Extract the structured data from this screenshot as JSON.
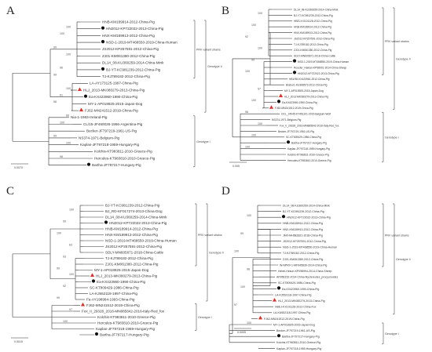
{
  "colors": {
    "triangle": "#e0302a",
    "dot": "#111111",
    "line": "#333333"
  },
  "panels": [
    {
      "letter": "A",
      "scale_label": "0.0070",
      "groups": [
        {
          "label": "PRV variant strains",
          "from": 0,
          "to": 8
        },
        {
          "label": "Genotype II",
          "from": 0,
          "to": 13
        },
        {
          "label": "Genotype I",
          "from": 14,
          "to": 21
        }
      ],
      "taxa": [
        {
          "label": "HNB-KM189914-2012-China-Pig"
        },
        {
          "label": "HN2012-KP722022-2013-China-Pig",
          "marker": "dot"
        },
        {
          "label": "HNX-KM189913-2012-China-Pig"
        },
        {
          "label": "NSD-1-2019-MT468550-2019-China-Human",
          "marker": "dot"
        },
        {
          "label": "JS2012-KP257591-2012-China-Pig"
        },
        {
          "label": "ZJ01-KM061380-2012-China-Pig"
        },
        {
          "label": "DL14_08-KU360259-2014-China-Mink"
        },
        {
          "label": "BJ-YT-KC981239-2012-China-Pig",
          "marker": "dot"
        },
        {
          "label": "TJ-KJ789182-2012-China-Pig"
        },
        {
          "label": "LA-AY173125-1997-China-Pig"
        },
        {
          "label": "HLJ_2013-MK080279-2013-China-Pig",
          "marker": "triangle"
        },
        {
          "label": "Ea-KX423960-1990-China-Pig",
          "marker": "dot"
        },
        {
          "label": "MY-1-AP018925-2015-Japan-Dog"
        },
        {
          "label": "FJ62-MN241512-2019-China-Pig",
          "marker": "triangle"
        },
        {
          "label": "Nia-1-1963-Ireland-Pig"
        },
        {
          "label": "CL/15-JF460026-1956-Argentina-Pig"
        },
        {
          "label": "Becker-JF797219-1961-US-Pig"
        },
        {
          "label": "NS374-1971-Belgium-Pig"
        },
        {
          "label": "Kaplan-JF797218-1959-Hungary-Pig"
        },
        {
          "label": "Kolchis-KT983811-2010-Greece-Pig"
        },
        {
          "label": "Hercules-KT983810-2010-Greece-Pig"
        },
        {
          "label": "Bartha-JF797217-Hungary-Pig",
          "marker": "dot"
        }
      ],
      "bootstraps": [
        "100",
        "100",
        "99",
        "100",
        "96",
        "99",
        "100",
        "61",
        "98",
        "66",
        "100",
        "99",
        "100",
        "98"
      ]
    },
    {
      "letter": "B",
      "scale_label": "0.005",
      "groups": [
        {
          "label": "PRV variant strains",
          "from": 0,
          "to": 11
        },
        {
          "label": "Genotype II",
          "from": 0,
          "to": 17
        },
        {
          "label": "Genotype I",
          "from": 18,
          "to": 26
        }
      ],
      "taxa": [
        {
          "label": "DL14_08-KU360259-2014-China-Mink"
        },
        {
          "label": "BJ-YT-KC981239-2012-China-Pig"
        },
        {
          "label": "HBEJ-KX101128-2012-China-Pig"
        },
        {
          "label": "HNB-KM189914-2012-China-Pig"
        },
        {
          "label": "HNX-KM189913-2012-China-Pig"
        },
        {
          "label": "JS2012-KP257591-2012-China-Pig"
        },
        {
          "label": "TJ-KJ789182-2012-China-Pig"
        },
        {
          "label": "ZJ01-KM061380-2012-China-Pig"
        },
        {
          "label": "SDLY-MN605671-2018-China-Cattle"
        },
        {
          "label": "NSD-1-2019-MT468550-2019-China-Human",
          "marker": "dot"
        },
        {
          "label": "Rooster_Hainan-KP98001-2014-China-Sheep"
        },
        {
          "label": "HN2012-KP722022-2013-China-Pig",
          "marker": "dot"
        },
        {
          "label": "HB1/98-KX423961-2012-China-Pig"
        },
        {
          "label": "Brabur1-KU368573-2012-China-Pig"
        },
        {
          "label": "MY-1-AP018925-2015-Japan-Dog"
        },
        {
          "label": "HLJ_2013-MK080279-2013-China-Pig",
          "marker": "triangle"
        },
        {
          "label": "Ea-KX423960-1990-China-Pig",
          "marker": "dot"
        },
        {
          "label": "FJ62-MN241512-2019-China-Pig",
          "marker": "triangle"
        },
        {
          "label": "OCL_24045-KT451101-2015-Belgium-Wolf"
        },
        {
          "label": "NS374-1971-Belgium-Pig"
        },
        {
          "label": "Fox_II_29328_2016-MN885842-2016-Italy-Red_fox"
        },
        {
          "label": "Becker-JF797219-1961-US-Pig"
        },
        {
          "label": "SC-KT809429-1986-China-Pig"
        },
        {
          "label": "Bartha-JF797217-Hungary-Pig",
          "marker": "dot"
        },
        {
          "label": "Kaplan-JF797218-1959-Hungary-Pig"
        },
        {
          "label": "Kolchis-KT983811-2010-Greece-Pig"
        },
        {
          "label": "Hercules-KT983810-2010-Greece-Pig"
        }
      ],
      "bootstraps": [
        "100",
        "100",
        "92",
        "100",
        "99",
        "100",
        "57",
        "100",
        "98",
        "100",
        "100",
        "100"
      ]
    },
    {
      "letter": "C",
      "scale_label": "0.0015",
      "groups": [
        {
          "label": "PRV variant strains",
          "from": 0,
          "to": 10
        },
        {
          "label": "Genotype II",
          "from": 0,
          "to": 16
        },
        {
          "label": "Genotype I",
          "from": 17,
          "to": 21
        }
      ],
      "taxa": [
        {
          "label": "BJ-YT-KC981239-2012-China-Pig"
        },
        {
          "label": "BJ_RD-KF017274-2013-China-Dog"
        },
        {
          "label": "DL14_08-KU360259-2014-China-Mink"
        },
        {
          "label": "HN2012-KP722022-2013-China-Pig",
          "marker": "dot"
        },
        {
          "label": "HNB-KM189914-2012-China-Pig"
        },
        {
          "label": "HNX-KM189913-2012-China-Pig"
        },
        {
          "label": "NSD-1-2019-MT468550-2019-China-Human"
        },
        {
          "label": "JS2012-KP257591-2012-China-Pig"
        },
        {
          "label": "SDLY-MN605671-2018-China-Cattle"
        },
        {
          "label": "TJ-KJ789182-2012-China-Pig"
        },
        {
          "label": "ZJ01-KM061380-2012-China-Pig"
        },
        {
          "label": "MY-1-AP018925-2015-Japan-Dog"
        },
        {
          "label": "HLJ_2013-MK080279-2013-China-Pig",
          "marker": "triangle"
        },
        {
          "label": "Ea-KX423960-1990-China-Pig",
          "marker": "dot"
        },
        {
          "label": "SC-KT809429-1986-China-Pig"
        },
        {
          "label": "LA-KJ552118-1997-China-Pig"
        },
        {
          "label": "Fa-AY198984-1993-China-Pig"
        },
        {
          "label": "FJ62-MN241512-2019-China-Pig",
          "marker": "triangle"
        },
        {
          "label": "Fox_II_29328_2016-MN885842-2016-Italy-Red_fox"
        },
        {
          "label": "Kolchis-KT983811-2010-Greece-Pig"
        },
        {
          "label": "Hercules-KT983810-2010-Greece-Pig"
        },
        {
          "label": "Kaplan-JF797218-1959-Hungary-Pig"
        },
        {
          "label": "Bartha-JF797217-Hungary-Pig",
          "marker": "dot"
        }
      ],
      "bootstraps": [
        "100",
        "99",
        "100",
        "63",
        "93",
        "99",
        "100",
        "92",
        "99",
        "97",
        "100"
      ]
    },
    {
      "letter": "D",
      "scale_label": "0.0005",
      "groups": [
        {
          "label": "PRV variant strains",
          "from": 0,
          "to": 10
        },
        {
          "label": "Genotype II",
          "from": 0,
          "to": 18
        },
        {
          "label": "Genotype I",
          "from": 20,
          "to": 23
        }
      ],
      "taxa": [
        {
          "label": "DL14_08-KU360259-2014-China-Mink"
        },
        {
          "label": "BJ-YT-KC981239-2012-China-Pig"
        },
        {
          "label": "HN2012-KP722022-2013-China-Pig",
          "marker": "dot"
        },
        {
          "label": "HNB-KM189914-2012-China-Pig"
        },
        {
          "label": "HNX-KM189913-2012-China-Pig"
        },
        {
          "label": "JMX-MH582821-2018-China-Pig"
        },
        {
          "label": "JS2012-KP257591-2012-China-Pig"
        },
        {
          "label": "NSD-1-2019-MT468550-2019-China-Human"
        },
        {
          "label": "TJ-KJ789182-2012-China-Pig"
        },
        {
          "label": "ZJ01-KM061380-2012-China-Pig"
        },
        {
          "label": "W-NPRV-1-MF945839-2014-China-Pig"
        },
        {
          "label": "Hebei-Hesuri-KP098994-2014-China-Sheep"
        },
        {
          "label": "AP956152-2014-China-Nyctereutes_procyonoides"
        },
        {
          "label": "SC-KT809429-1986-China-Pig"
        },
        {
          "label": "Ea-KX423960-1990-China-Pig",
          "marker": "dot"
        },
        {
          "label": "LA-KJ552118-1997-China-Pig"
        },
        {
          "label": "HLJ_2013-MK080279-2013-China-Pig",
          "marker": "triangle"
        },
        {
          "label": "HBEJ-KX101128-2012-China-Fox"
        },
        {
          "label": "LA-KU552118-1997-China-Pig"
        },
        {
          "label": "FJ62-MN241512-2019-China-Pig",
          "marker": "triangle"
        },
        {
          "label": "MY-1-AP018925-2015-Japan-Dog"
        },
        {
          "label": "Becker-JF797219-1961-US-Pig"
        },
        {
          "label": "Bartha-JF797217-Hungary-Pig",
          "marker": "dot"
        },
        {
          "label": "Kolchis-KT983811-2010-Greece-Pig"
        },
        {
          "label": "Kaplan-JF797218-1959-Hungary-Pig"
        }
      ],
      "bootstraps": [
        "100",
        "99",
        "100",
        "98",
        "100",
        "97",
        "100"
      ]
    }
  ]
}
